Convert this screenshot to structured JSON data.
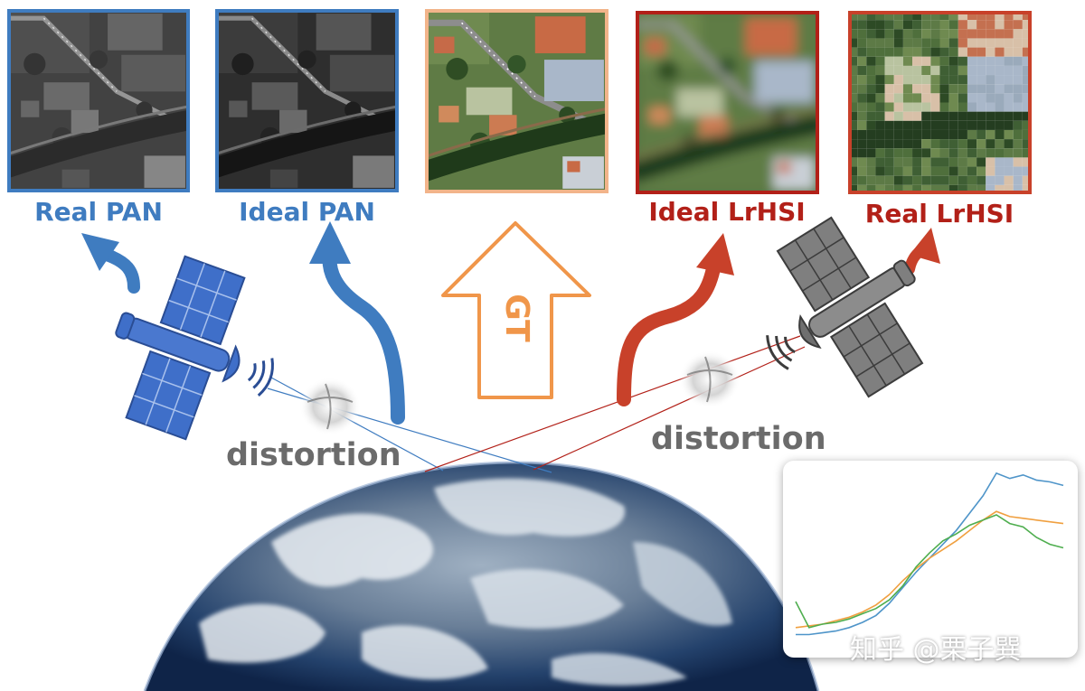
{
  "tiles": [
    {
      "id": "real-pan",
      "caption": "Real PAN",
      "kind": "pan",
      "frame_color": "#3f7cc0",
      "caption_color": "#3f7cc0"
    },
    {
      "id": "ideal-pan",
      "caption": "Ideal PAN",
      "kind": "pan",
      "frame_color": "#3f7cc0",
      "caption_color": "#3f7cc0"
    },
    {
      "id": "gt",
      "caption": "",
      "kind": "rgb",
      "frame_color": "#f2b48a",
      "caption_color": "#f0964a"
    },
    {
      "id": "ideal-lrhsi",
      "caption": "Ideal LrHSI",
      "kind": "blur",
      "frame_color": "#b22018",
      "caption_color": "#b22018"
    },
    {
      "id": "real-lrhsi",
      "caption": "Real LrHSI",
      "kind": "pixel",
      "frame_color": "#c8412a",
      "caption_color": "#b22018"
    }
  ],
  "gt_arrow": {
    "label": "GT",
    "color": "#f0964a"
  },
  "distortion_left": "distortion",
  "distortion_right": "distortion",
  "satellites": {
    "pan": {
      "color": "#3f6fc9",
      "icon": "satellite-icon"
    },
    "hsi": {
      "color": "#7f7f7f",
      "icon": "satellite-icon"
    }
  },
  "colors": {
    "pan_blue": "#3f7cc0",
    "hsi_red": "#c8412a",
    "distortion_gray": "#6b6b6b"
  },
  "watermark": "知乎 @栗子巽",
  "chart_data": {
    "type": "line",
    "title": "",
    "xlabel": "",
    "ylabel": "",
    "grid": false,
    "legend": "none",
    "x": [
      0,
      1,
      2,
      3,
      4,
      5,
      6,
      7,
      8,
      9,
      10,
      11,
      12,
      13,
      14,
      15,
      16,
      17,
      18,
      19,
      20
    ],
    "series": [
      {
        "color": "#4f95c9",
        "values": [
          0.06,
          0.06,
          0.07,
          0.08,
          0.1,
          0.13,
          0.17,
          0.24,
          0.33,
          0.42,
          0.5,
          0.58,
          0.66,
          0.76,
          0.86,
          0.99,
          0.96,
          0.98,
          0.95,
          0.94,
          0.92
        ]
      },
      {
        "color": "#f0a040",
        "values": [
          0.1,
          0.11,
          0.12,
          0.14,
          0.16,
          0.19,
          0.23,
          0.29,
          0.37,
          0.44,
          0.5,
          0.55,
          0.6,
          0.66,
          0.72,
          0.77,
          0.74,
          0.73,
          0.72,
          0.71,
          0.7
        ]
      },
      {
        "color": "#4fae4f",
        "values": [
          0.25,
          0.1,
          0.12,
          0.13,
          0.15,
          0.18,
          0.21,
          0.26,
          0.34,
          0.45,
          0.53,
          0.6,
          0.64,
          0.69,
          0.72,
          0.75,
          0.7,
          0.68,
          0.62,
          0.58,
          0.56
        ]
      }
    ],
    "xlim": [
      0,
      20
    ],
    "ylim": [
      0,
      1
    ]
  }
}
